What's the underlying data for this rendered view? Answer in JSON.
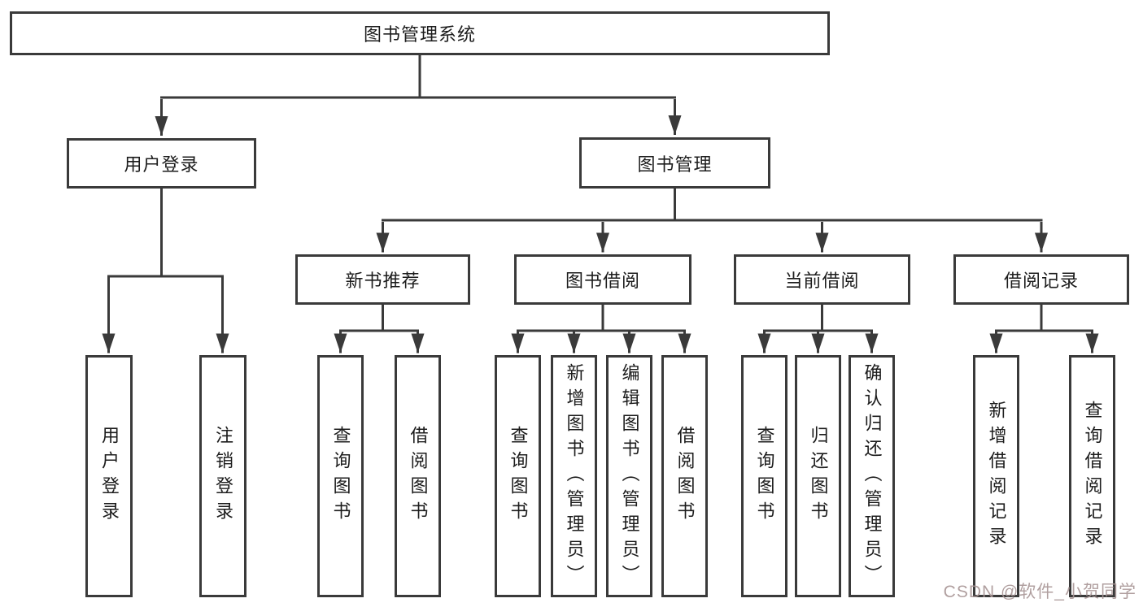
{
  "diagram": {
    "type": "hierarchy-tree",
    "line_color": "#3a3a3a",
    "box_background": "#ffffff",
    "text_color": "#1c1c1c"
  },
  "tree": {
    "label": "图书管理系统",
    "children": [
      {
        "label": "用户登录",
        "children": [
          {
            "label": "用户登录"
          },
          {
            "label": "注销登录"
          }
        ]
      },
      {
        "label": "图书管理",
        "children": [
          {
            "label": "新书推荐",
            "children": [
              {
                "label": "查询图书"
              },
              {
                "label": "借阅图书"
              }
            ]
          },
          {
            "label": "图书借阅",
            "children": [
              {
                "label": "查询图书"
              },
              {
                "label": "新增图书（管理员）"
              },
              {
                "label": "编辑图书（管理员）"
              },
              {
                "label": "借阅图书"
              }
            ]
          },
          {
            "label": "当前借阅",
            "children": [
              {
                "label": "查询图书"
              },
              {
                "label": "归还图书"
              },
              {
                "label": "确认归还（管理员）"
              }
            ]
          },
          {
            "label": "借阅记录",
            "children": [
              {
                "label": "新增借阅记录"
              },
              {
                "label": "查询借阅记录"
              }
            ]
          }
        ]
      }
    ]
  },
  "watermark": {
    "text": "CSDN @软件_小贺同学",
    "color": "#a89595"
  }
}
